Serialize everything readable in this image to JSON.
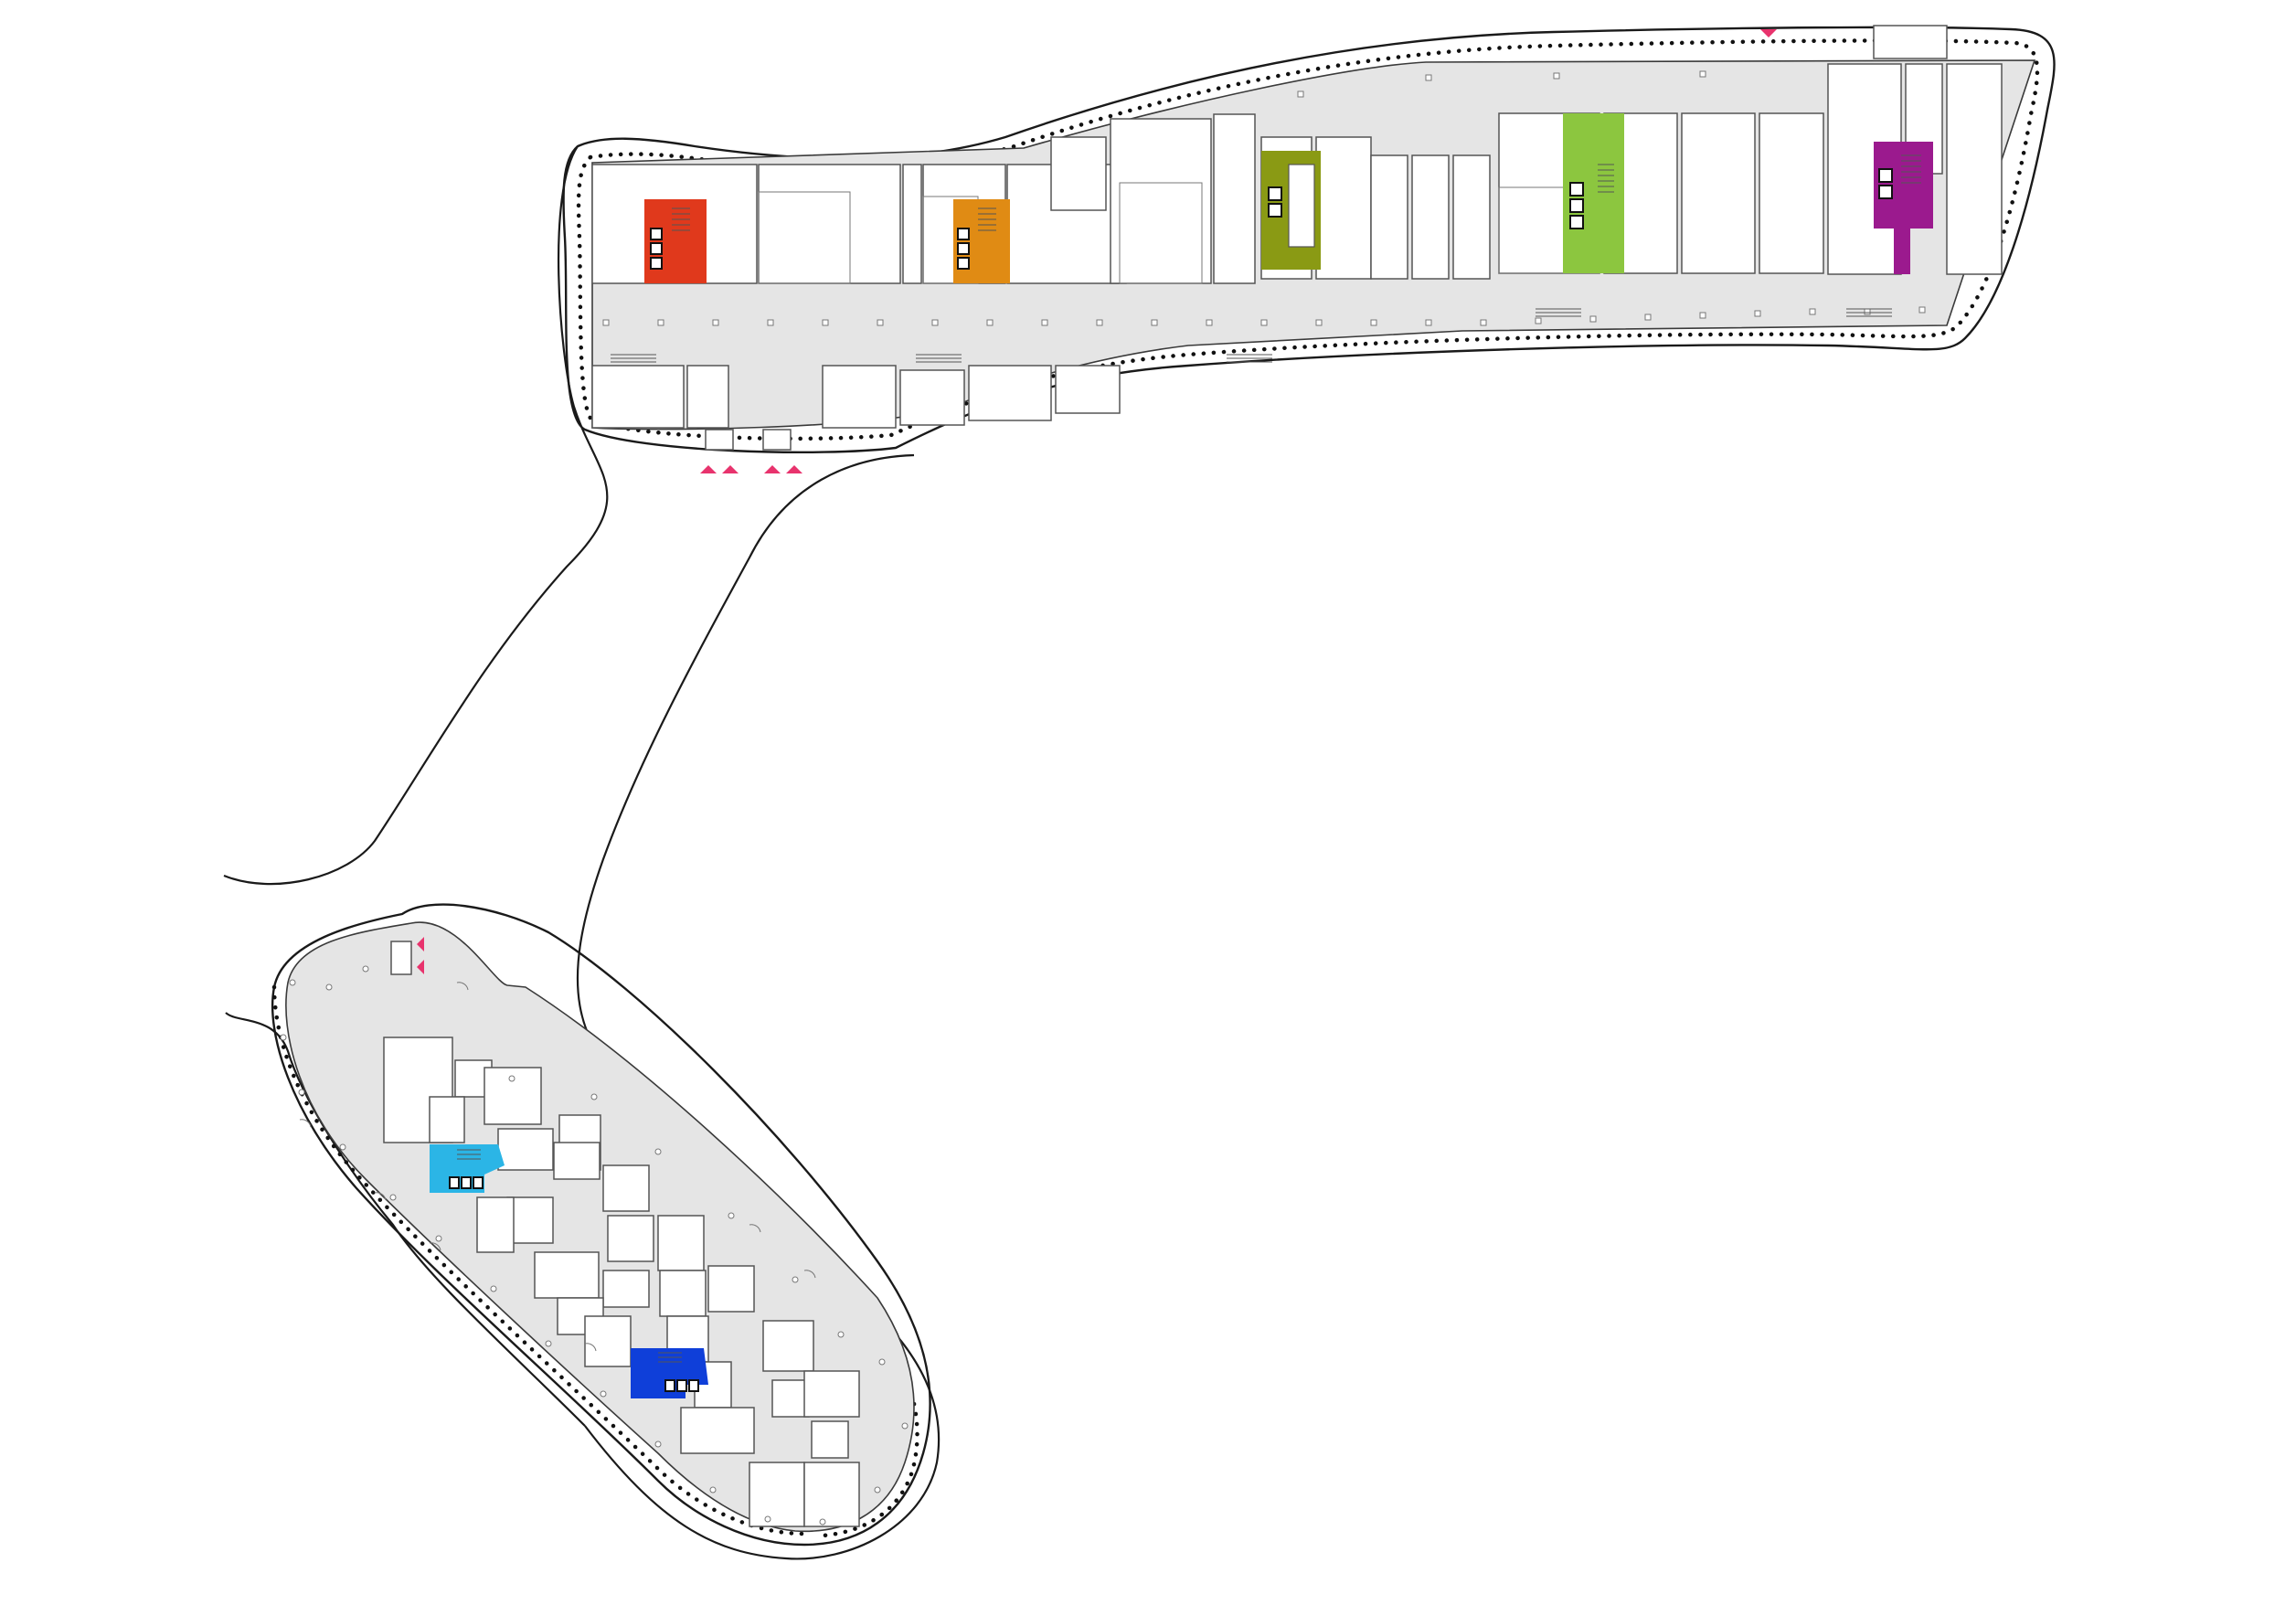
{
  "colors": {
    "background": "#ffffff",
    "floor": "#e5e5e5",
    "walls": "#555555",
    "entrance_marker": "#e8336d",
    "cores": [
      "#e0391c",
      "#e08b14",
      "#8a9a14",
      "#8cc63f",
      "#9b1a8e",
      "#2bb5e6",
      "#0f3fd9"
    ]
  },
  "cores": [
    {
      "id": "core-red",
      "color": "#e0391c",
      "wing": "north"
    },
    {
      "id": "core-orange",
      "color": "#e08b14",
      "wing": "north"
    },
    {
      "id": "core-olive",
      "color": "#8a9a14",
      "wing": "north"
    },
    {
      "id": "core-lime",
      "color": "#8cc63f",
      "wing": "north"
    },
    {
      "id": "core-purple",
      "color": "#9b1a8e",
      "wing": "north"
    },
    {
      "id": "core-cyan",
      "color": "#2bb5e6",
      "wing": "south"
    },
    {
      "id": "core-blue",
      "color": "#0f3fd9",
      "wing": "south"
    }
  ],
  "entrance_markers": {
    "count": 7,
    "icon": "triangle-marker-icon",
    "color": "#e8336d"
  }
}
